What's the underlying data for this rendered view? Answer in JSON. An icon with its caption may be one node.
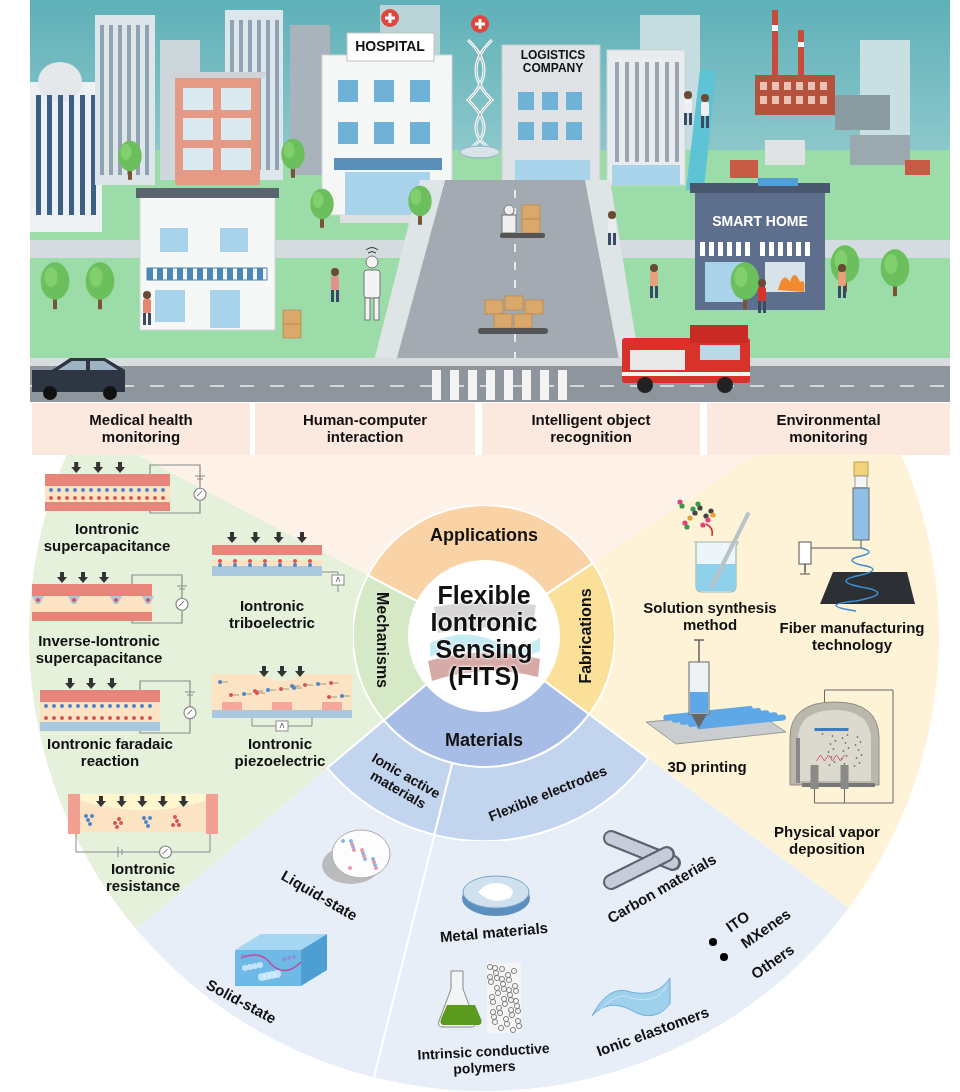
{
  "diagram": {
    "nodes": [
      {
        "text": [
          "Medical health monitoring"
        ]
      },
      {
        "text": [
          "Human-computer interaction"
        ]
      },
      {
        "text": [
          "Intelligent object recognition"
        ]
      },
      {
        "text": [
          "Environmental monitoring"
        ]
      },
      {
        "text": [
          "Applications"
        ]
      },
      {
        "text": [
          "Mechanisms"
        ]
      },
      {
        "text": [
          "Flexible Iontronic Sensing (FITS)"
        ]
      },
      {
        "text": [
          "Fabrications"
        ]
      },
      {
        "text": [
          "Materials"
        ]
      },
      {
        "text": [
          "Ionic active materials"
        ]
      },
      {
        "text": [
          "Flexible electrodes"
        ]
      }
    ],
    "labels": [
      "HOSPITAL",
      "LOGISTICS COMPANY",
      "SMART HOME",
      "Iontronic supercapacitance",
      "Iontronic triboelectric",
      "Inverse-Iontronic supercapacitance",
      "Iontronic faradaic reaction",
      "Iontronic piezoelectric",
      "Iontronic resistance",
      "Solution synthesis method",
      "Fiber manufacturing technology",
      "3D printing",
      "Physical vapor deposition",
      "Liquid-state",
      "Carbon materials",
      "Metal materials",
      "ITO",
      "MXenes",
      "Others",
      "Solid-state",
      "Ionic elastomers",
      "Intrinsic conductive polymers"
    ]
  }
}
